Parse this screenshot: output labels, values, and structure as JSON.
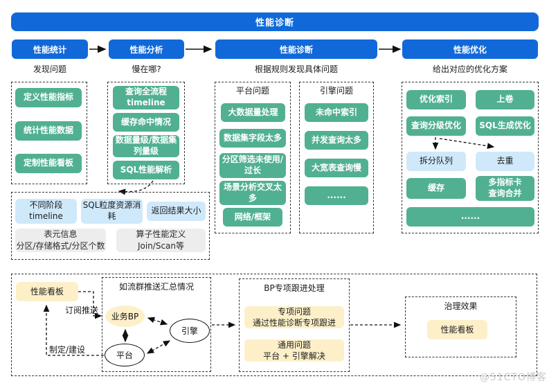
{
  "banner_title": "性能诊断",
  "stages": [
    {
      "label": "性能统计",
      "caption": "发现问题"
    },
    {
      "label": "性能分析",
      "caption": "慢在哪?"
    },
    {
      "label": "性能诊断",
      "caption": "根据规则发现具体问题"
    },
    {
      "label": "性能优化",
      "caption": "给出对应的优化方案"
    }
  ],
  "stats_panel": {
    "items": [
      "定义性能指标",
      "统计性能数据",
      "定制性能看板"
    ]
  },
  "analysis_panel": {
    "items": [
      "查询全流程\ntimeline",
      "缓存命中情况",
      "数据量级/数据集\n列量级",
      "SQL性能解析"
    ]
  },
  "platform_panel": {
    "title": "平台问题",
    "items": [
      "大数据量处理",
      "数据集字段太多",
      "分区筛选未使用/\n过长",
      "场景分析交叉太\n多",
      "网络/框架"
    ]
  },
  "engine_panel": {
    "title": "引擎问题",
    "items": [
      "未命中索引",
      "并发查询太多",
      "大宽表查询慢",
      "......"
    ]
  },
  "optimize_panel": {
    "green_items": [
      "优化索引",
      "上卷",
      "查询分级优化",
      "SQL生成优化"
    ],
    "queue_items": [
      "拆分队列",
      "去重"
    ],
    "bottom_items": [
      "缓存",
      "多指标卡\n查询合并"
    ],
    "more": "......"
  },
  "analysis_detail_panel": {
    "blue_items": [
      "不同阶段\ntimeline",
      "SQL粒度资源消\n耗",
      "返回结果大小"
    ],
    "gray_items": [
      "表元信息\n分区/存储格式/分区个数",
      "算子性能定义\nJoin/Scan等"
    ]
  },
  "ops_flow": {
    "kanban": "性能看板",
    "subscribe_label": "订阅推送",
    "build_label": "制定/建设",
    "group_title": "如流群推送汇总情况",
    "bp": "业务BP",
    "engine": "引擎",
    "platform": "平台",
    "bp_panel_title": "BP专项跟进处理",
    "bp_items": [
      "专项问题\n通过性能诊断专项跟进",
      "通用问题\n平台 + 引擎解决"
    ],
    "effect_title": "治理效果",
    "effect_kanban": "性能看板"
  },
  "watermark": "@51CTO博客",
  "colors": {
    "blue": "#1169d9",
    "green": "#51b092",
    "light_blue": "#cfe9fb",
    "gray": "#ededed",
    "yellow": "#fdf0c9"
  }
}
